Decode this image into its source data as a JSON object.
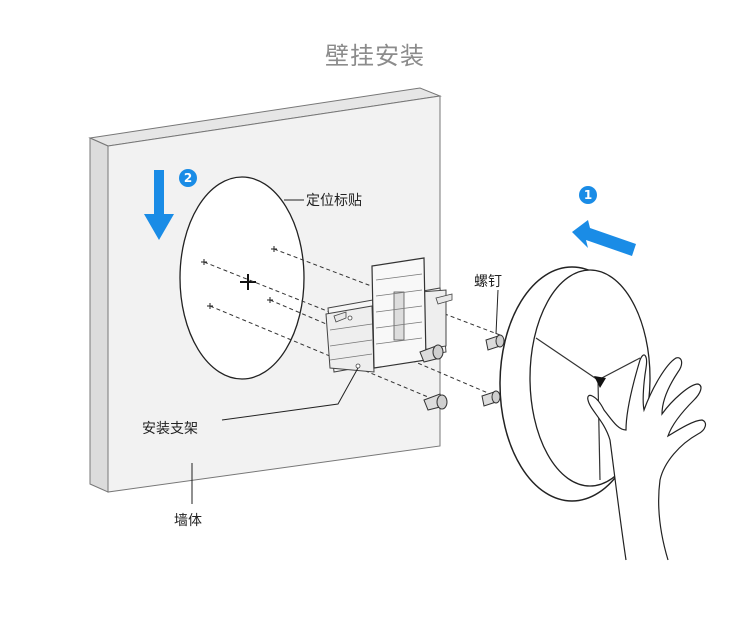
{
  "title": "壁挂安装",
  "labels": {
    "locator_sticker": "定位标贴",
    "screws": "螺钉",
    "bracket": "安装支架",
    "wall": "墙体"
  },
  "steps": {
    "step1": "1",
    "step2": "2"
  },
  "colors": {
    "accent_blue": "#1a8ce6",
    "wall_face": "#f2f2f2",
    "wall_edge": "#e2e2e2",
    "line": "#222222",
    "title_gray": "#8c8c8c"
  },
  "icons": {
    "arrow_down": "arrow-down-icon",
    "arrow_diagonal": "arrow-diagonal-icon",
    "crosshair": "crosshair-icon"
  }
}
